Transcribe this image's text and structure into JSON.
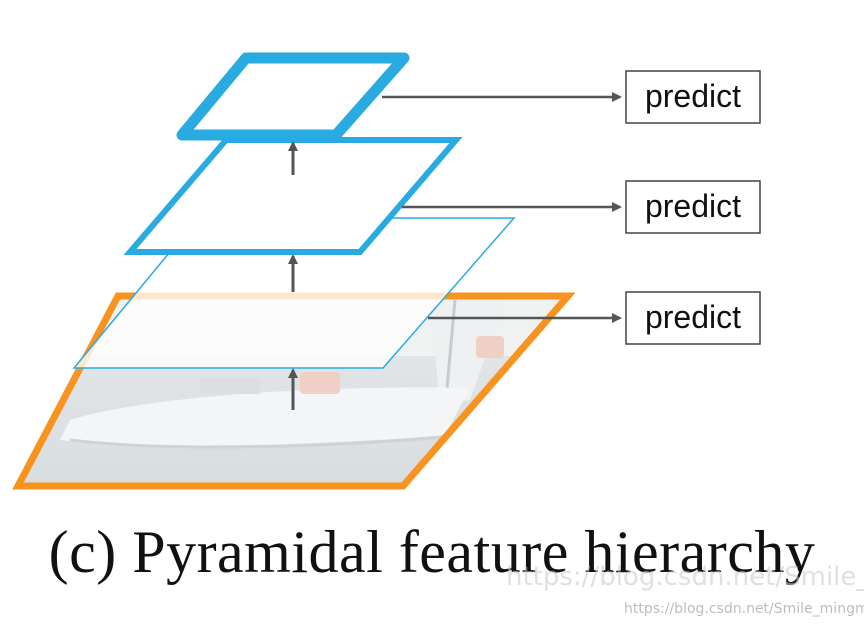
{
  "diagram": {
    "predict_labels": [
      "predict",
      "predict",
      "predict"
    ],
    "caption": "(c) Pyramidal feature hierarchy",
    "colors": {
      "top_layer": "#29abe2",
      "middle_layer": "#29abe2",
      "thin_layer": "#29abe2",
      "image_layer": "#f7931e",
      "arrow": "#555555",
      "box_border": "#444444"
    },
    "image_layer_icon": "sailboat-photo"
  },
  "watermark": {
    "center": "https://blog.csdn.net/Smile_mingm",
    "corner": "https://blog.csdn.net/Smile_mingm"
  }
}
